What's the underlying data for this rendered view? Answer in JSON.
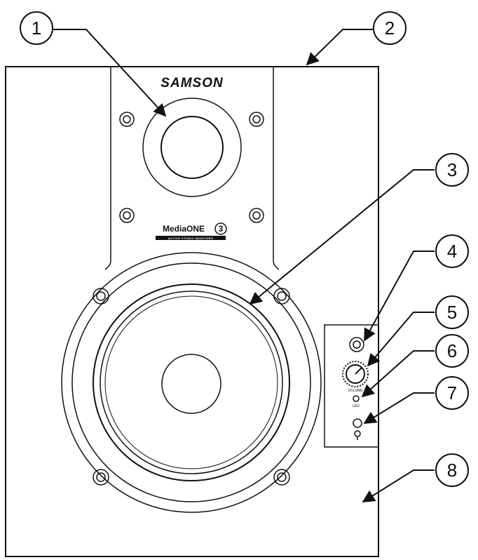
{
  "branding": {
    "brand": "SAMSON",
    "model": "MediaONE",
    "model_badge": "3",
    "tagline": "ACTIVE STUDIO MONITORS"
  },
  "controls": {
    "volume_label": "VOLUME",
    "led_label": "LED"
  },
  "callouts": [
    {
      "number": "1",
      "target": "tweeter"
    },
    {
      "number": "2",
      "target": "cabinet"
    },
    {
      "number": "3",
      "target": "woofer"
    },
    {
      "number": "4",
      "target": "headphone-jack"
    },
    {
      "number": "5",
      "target": "volume-knob"
    },
    {
      "number": "6",
      "target": "power-led"
    },
    {
      "number": "7",
      "target": "aux-input"
    },
    {
      "number": "8",
      "target": "cabinet-front"
    }
  ]
}
